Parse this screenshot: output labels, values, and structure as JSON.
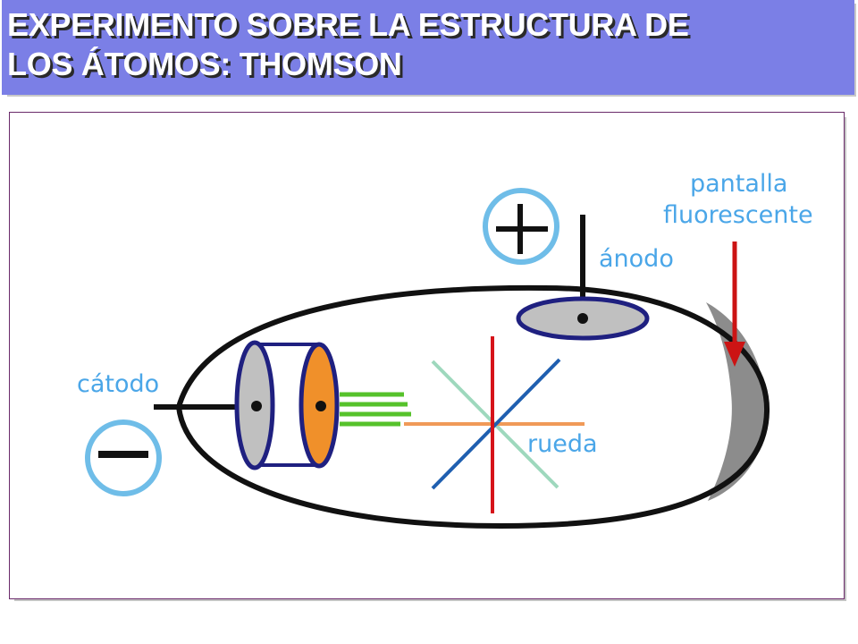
{
  "title": {
    "line1": "EXPERIMENTO SOBRE LA ESTRUCTURA DE",
    "line2": "LOS ÁTOMOS: THOMSON"
  },
  "labels": {
    "cathode": "cátodo",
    "anode": "ánodo",
    "screen_line1": "pantalla",
    "screen_line2": "fluorescente",
    "wheel": "rueda"
  },
  "colors": {
    "title_bg": "#7b7fe6",
    "label_text": "#4aa6e8",
    "electrode_outline": "#1f2080",
    "cathode_disc_fill": "#c0c0c0",
    "anode_disc_fill": "#f0902a",
    "beam": "#56c22b",
    "screen_fill": "#8c8c8c",
    "arrow": "#cc1414",
    "wheel_red": "#d6131a",
    "wheel_blue": "#1f5fb0",
    "wheel_mint": "#9ed8bd",
    "wheel_orange": "#f09a58"
  },
  "icons": {
    "plus_sign": "plus-icon",
    "minus_sign": "minus-icon"
  }
}
